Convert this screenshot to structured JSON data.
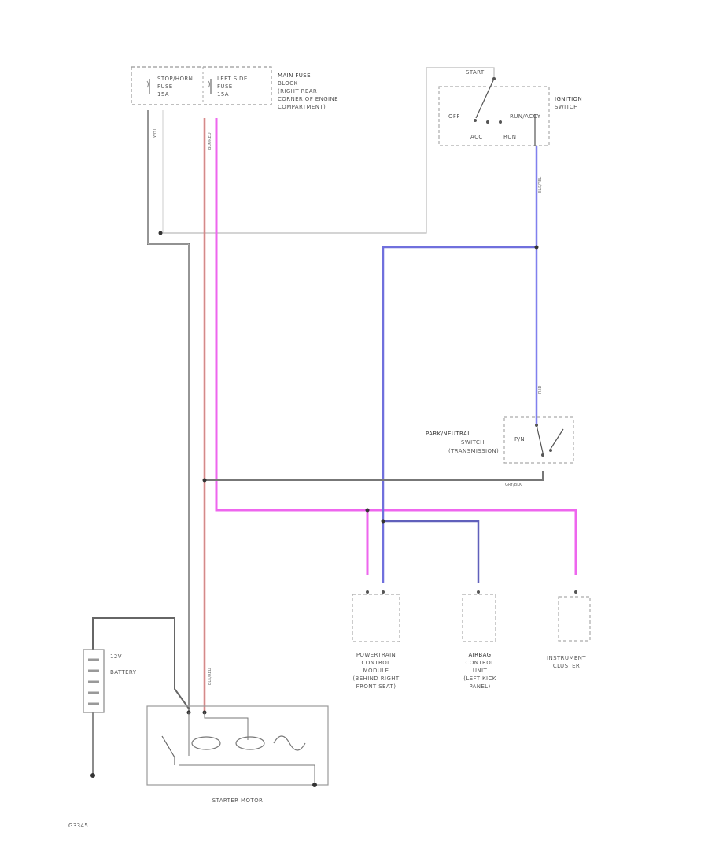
{
  "diagram": {
    "fuses": {
      "fuse1": [
        "STOP/HORN",
        "FUSE",
        "15A"
      ],
      "fuse2": [
        "LEFT SIDE",
        "FUSE",
        "15A"
      ],
      "block": [
        "MAIN FUSE",
        "BLOCK",
        "(RIGHT REAR",
        "CORNER OF ENGINE",
        "COMPARTMENT)"
      ]
    },
    "ignition_switch": {
      "title": [
        "IGNITION",
        "SWITCH"
      ],
      "start": "START",
      "off": "OFF",
      "run_accy": "RUN/ACCY",
      "acc": "ACC",
      "run": "RUN"
    },
    "park_neutral": {
      "label": [
        "PARK/NEUTRAL",
        "SWITCH",
        "(TRANSMISSION)"
      ],
      "pn": "P/N"
    },
    "wire_codes": {
      "w1": "WHT",
      "w2": "BLK/RED",
      "w3": "BLK/YEL",
      "w4": "RED",
      "w5": "BLK/RED",
      "ground": "GRY/BLK"
    },
    "modules": {
      "pcm": [
        "POWERTRAIN",
        "CONTROL",
        "MODULE",
        "(BEHIND RIGHT",
        "FRONT SEAT)"
      ],
      "abs": [
        "AIRBAG",
        "CONTROL",
        "UNIT",
        "(LEFT KICK",
        "PANEL)"
      ],
      "cluster": [
        "INSTRUMENT",
        "CLUSTER"
      ]
    },
    "battery": [
      "12V",
      "BATTERY"
    ],
    "starter": "STARTER MOTOR",
    "code": "G3345"
  }
}
